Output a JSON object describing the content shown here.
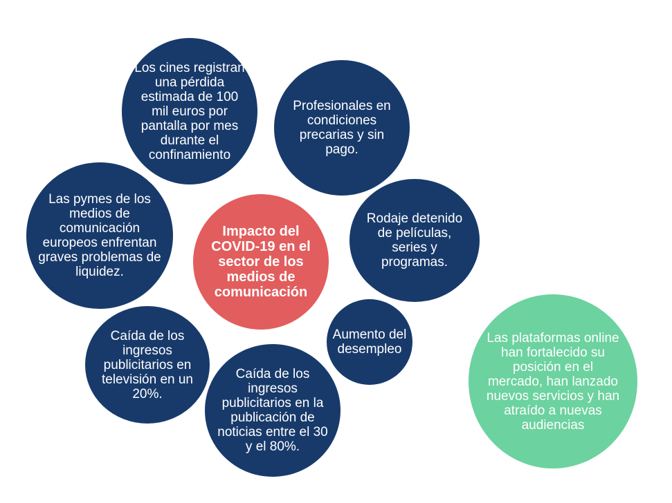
{
  "diagram": {
    "center": {
      "text": "Impacto del COVID-19 en el sector de los medios de comunicación"
    },
    "bubbles": [
      {
        "id": "cines",
        "text": "Los cines registran una pérdida estimada de 100 mil euros por pantalla por mes durante el confinamiento"
      },
      {
        "id": "profesionales",
        "text": "Profesionales en condiciones precarias y sin pago."
      },
      {
        "id": "pymes",
        "text": "Las pymes de los medios de comunicación europeos enfrentan graves problemas de liquidez."
      },
      {
        "id": "rodaje",
        "text": "Rodaje detenido de películas, series y programas."
      },
      {
        "id": "desempleo",
        "text": "Aumento del desempleo"
      },
      {
        "id": "tv",
        "text": "Caída de los ingresos publicitarios en televisión en un 20%."
      },
      {
        "id": "noticias",
        "text": "Caída de los ingresos publicitarios en la publicación de noticias entre el 30 y el 80%."
      },
      {
        "id": "plataformas",
        "text": "Las plataformas online han fortalecido su posición en el mercado, han lanzado nuevos servicios y han atraído a nuevas audiencias"
      }
    ]
  },
  "colors": {
    "navy": "#183a6b",
    "center": "#e25d5d",
    "green": "#6cd29f"
  }
}
